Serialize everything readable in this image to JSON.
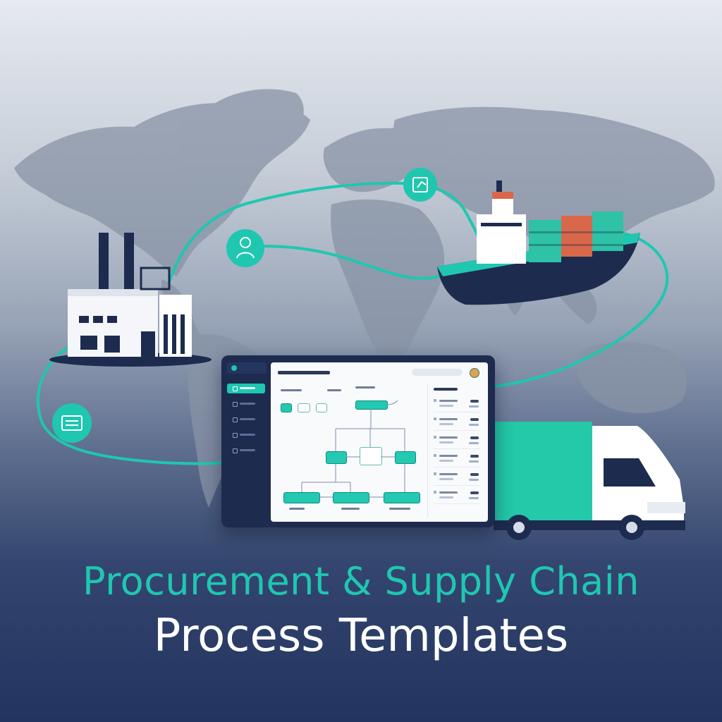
{
  "title": {
    "line1": "Procurement & Supply Chain",
    "line2": "Process Templates"
  },
  "colors": {
    "accent": "#1fc7b0",
    "navy": "#1d2b4f",
    "ship_container_red": "#d9674a",
    "ship_container_teal": "#2ec2a6"
  },
  "icons": [
    "factory-icon",
    "cargo-ship-icon",
    "delivery-truck-icon",
    "document-icon",
    "worker-icon",
    "tracking-icon",
    "world-map"
  ],
  "dashboard": {
    "sidebar_items": [
      "active",
      "item",
      "item",
      "item",
      "item"
    ]
  }
}
